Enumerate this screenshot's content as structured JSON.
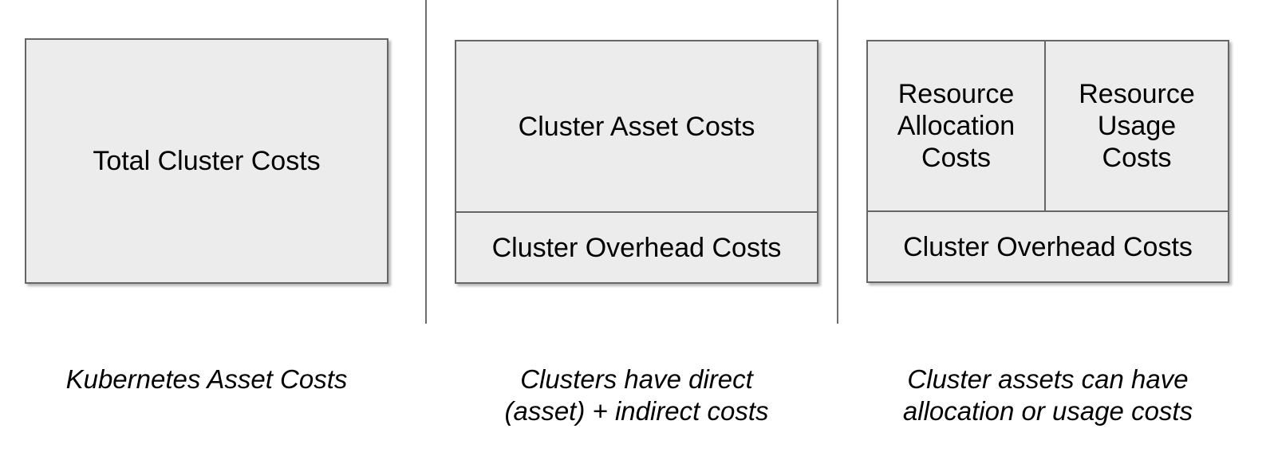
{
  "panels": [
    {
      "box_label": "Total Cluster Costs",
      "caption_lines": [
        "Kubernetes Asset Costs"
      ]
    },
    {
      "top_label": "Cluster Asset Costs",
      "bottom_label": "Cluster Overhead Costs",
      "caption_lines": [
        "Clusters have direct",
        "(asset) + indirect costs"
      ]
    },
    {
      "cell_a_label": "Resource Allocation Costs",
      "cell_b_label": "Resource Usage Costs",
      "bottom_label": "Cluster Overhead Costs",
      "caption_lines": [
        "Cluster assets can have",
        "allocation or usage costs"
      ]
    }
  ],
  "colors": {
    "box_fill": "#ececec",
    "box_border": "#666666",
    "divider": "#6e6e6e",
    "text": "#000000",
    "background": "#ffffff"
  }
}
